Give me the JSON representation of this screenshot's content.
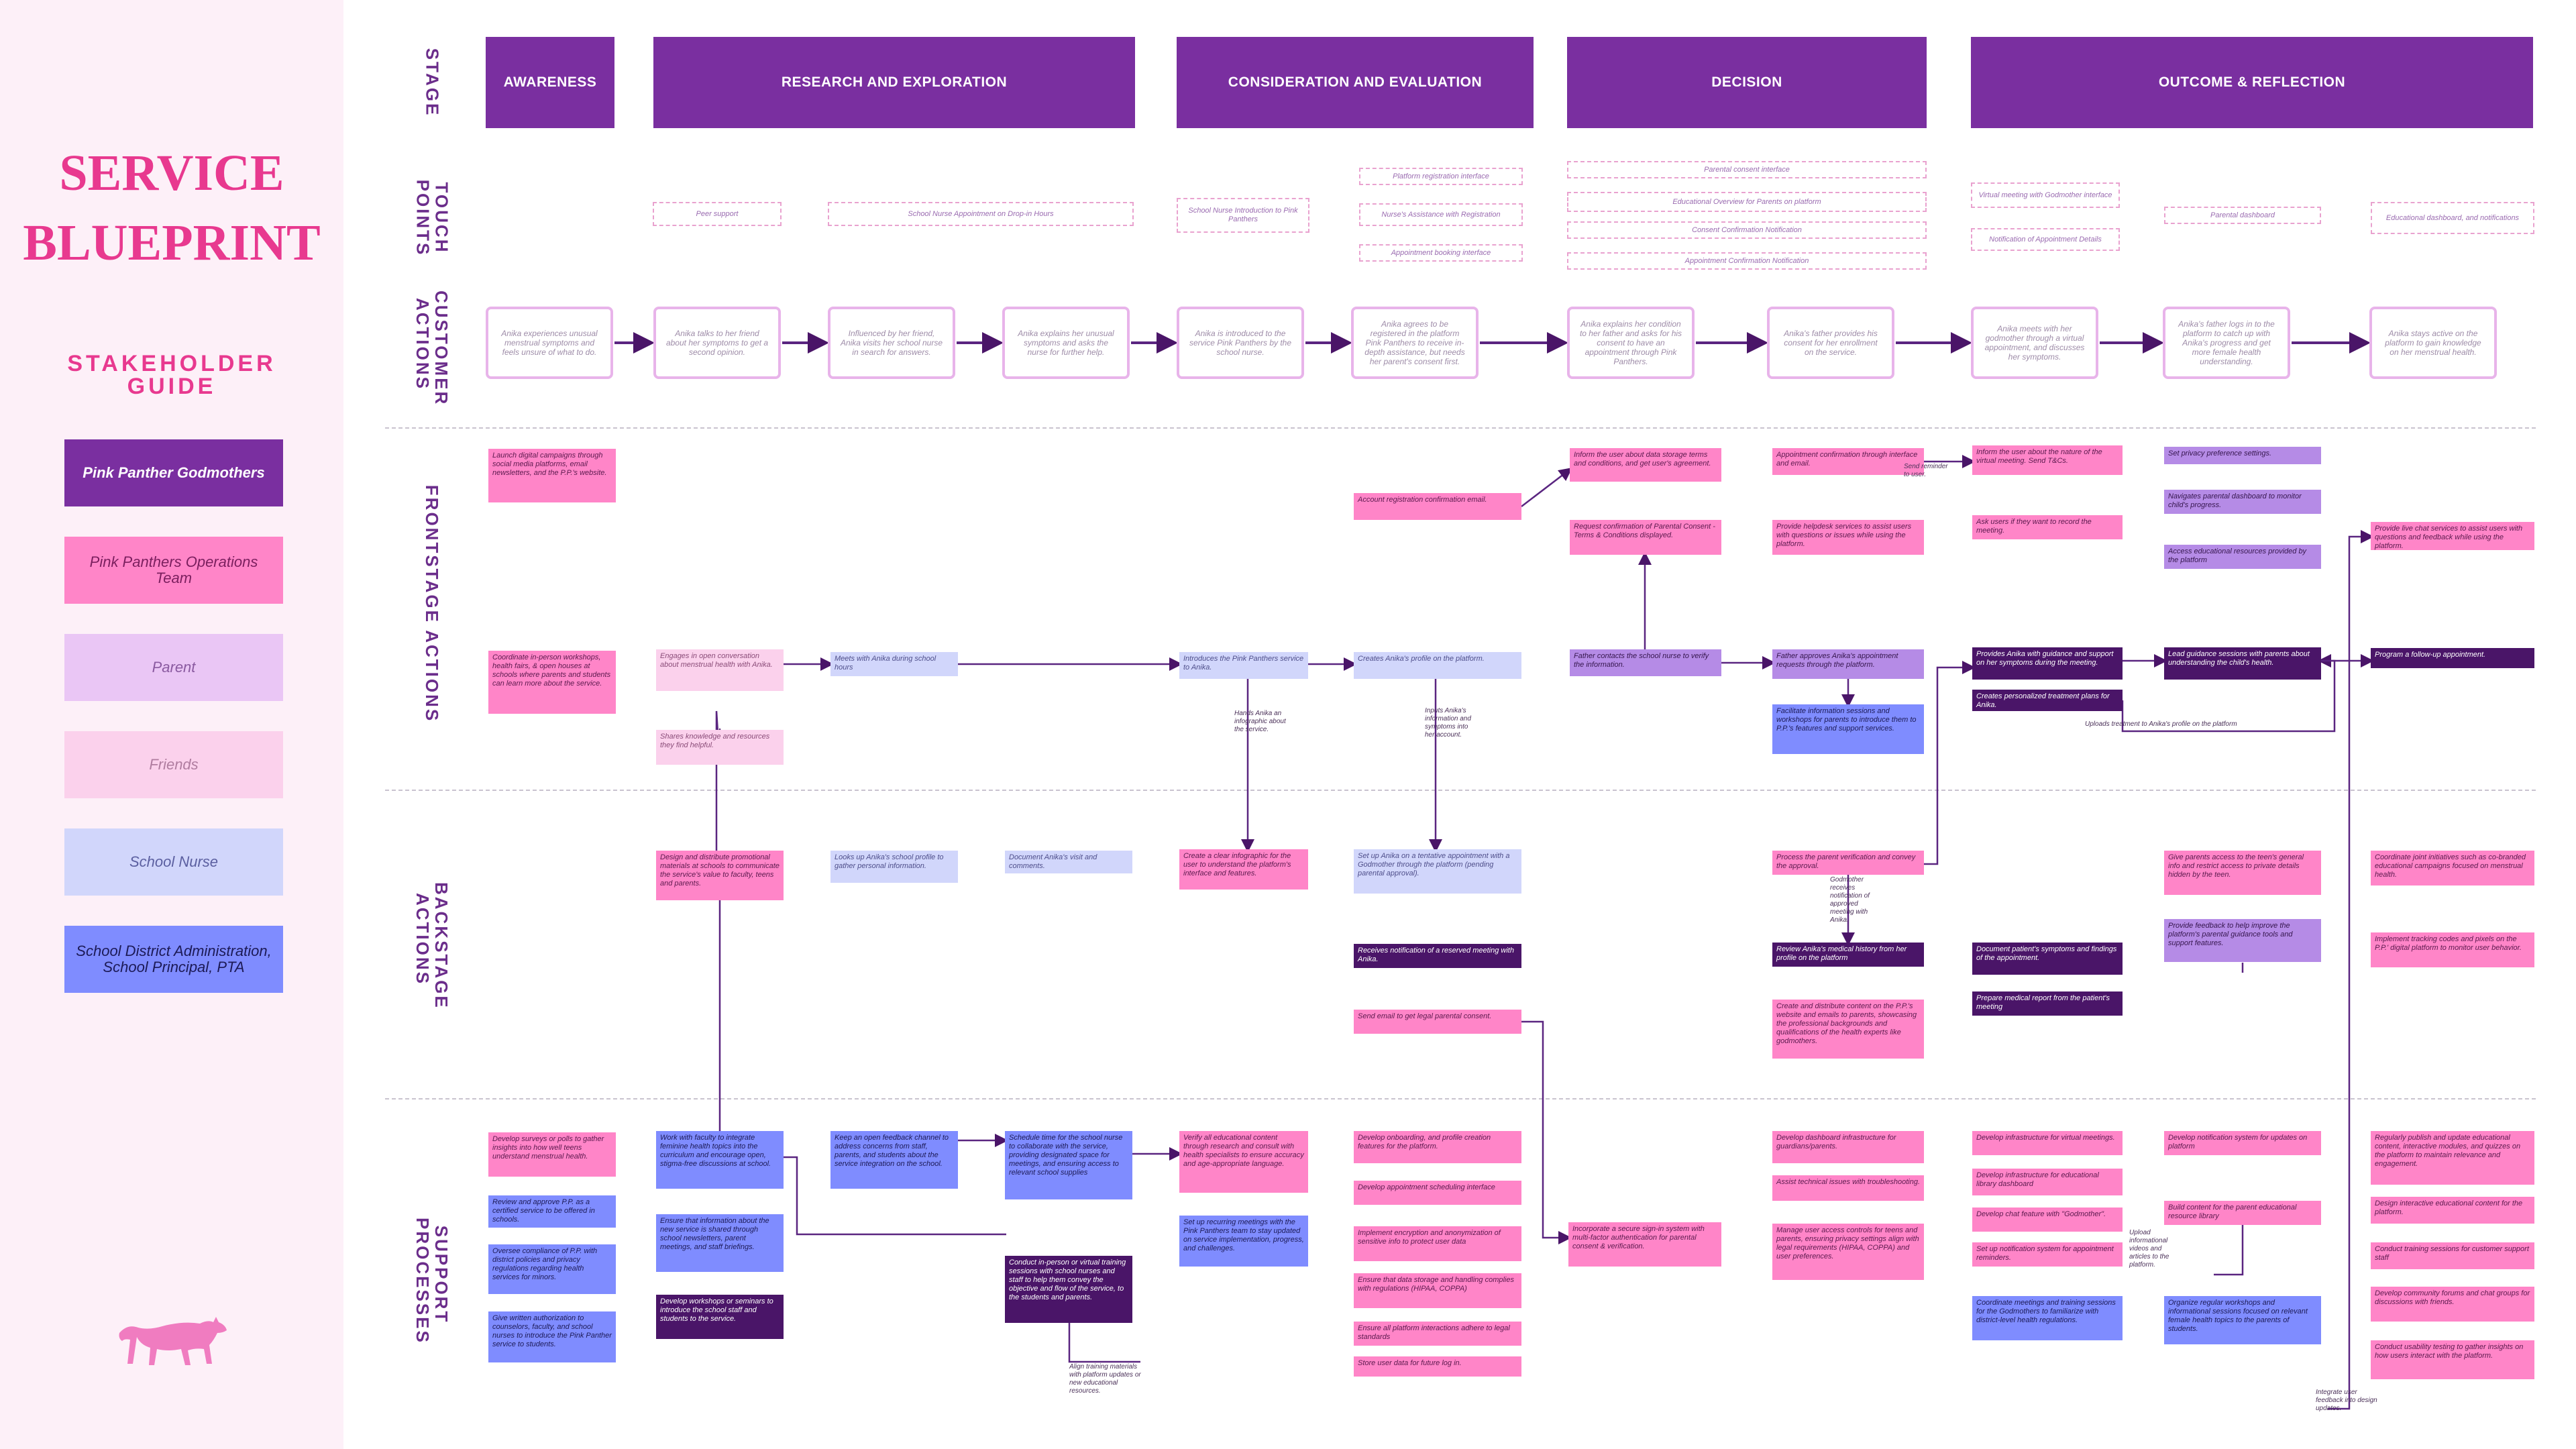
{
  "sidebar": {
    "title_line1": "SERVICE",
    "title_line2": "BLUEPRINT",
    "subtitle_line1": "STAKEHOLDER",
    "subtitle_line2": "GUIDE",
    "legend": [
      {
        "label": "Pink Panther Godmothers",
        "color": "#7a2fa0"
      },
      {
        "label": "Pink Panthers Operations Team",
        "color": "#ff85c8"
      },
      {
        "label": "Parent",
        "color": "#eac6f5"
      },
      {
        "label": "Friends",
        "color": "#fbd1ec"
      },
      {
        "label": "School Nurse",
        "color": "#d1d6fb"
      },
      {
        "label": "School District Administration, School Principal, PTA",
        "color": "#7f8cff"
      }
    ],
    "logo_icon": "panther-icon"
  },
  "rows": {
    "stage": "STAGE",
    "touch_points": "TOUCH POINTS",
    "customer_actions": "CUSTOMER ACTIONS",
    "frontstage": "FRONTSTAGE ACTIONS",
    "backstage": "BACKSTAGE ACTIONS",
    "support": "SUPPORT PROCESSES"
  },
  "stages": [
    "AWARENESS",
    "RESEARCH AND EXPLORATION",
    "CONSIDERATION AND EVALUATION",
    "DECISION",
    "OUTCOME & REFLECTION"
  ],
  "touchpoints": [
    "Peer support",
    "School Nurse Appointment on Drop-in Hours",
    "School Nurse Introduction to Pink Panthers",
    "Platform registration interface",
    "Nurse's Assistance with Registration",
    "Appointment booking interface",
    "Parental consent interface",
    "Educational Overview for Parents on platform",
    "Consent Confirmation Notification",
    "Appointment Confirmation Notification",
    "Virtual meeting with Godmother interface",
    "Notification of Appointment Details",
    "Parental dashboard",
    "Educational dashboard, and notifications"
  ],
  "customer_actions": [
    "Anika experiences unusual menstrual symptoms and feels unsure of what to do.",
    "Anika talks to her friend about her symptoms to get a second opinion.",
    "Influenced by her friend, Anika visits her school nurse in search for answers.",
    "Anika explains her unusual symptoms and asks the nurse for further help.",
    "Anika is introduced to the service Pink Panthers by the school nurse.",
    "Anika agrees to be registered in the platform Pink Panthers to receive in-depth assistance, but needs her parent's consent first.",
    "Anika explains her condition to her father and asks for his consent to have an appointment through Pink Panthers.",
    "Anika's father provides his consent for her enrollment on the service.",
    "Anika meets with her godmother through a virtual appointment, and discusses her symptoms.",
    "Anika's father logs in to the platform to catch up with Anika's progress and get more female health understanding.",
    "Anika stays active on the platform to gain knowledge on her menstrual health."
  ],
  "frontstage": [
    "Launch digital campaigns through social media platforms, email newsletters, and the P.P.'s website.",
    "Coordinate in-person workshops, health fairs, & open houses at schools where parents and students can learn more about the service.",
    "Engages in open conversation about menstrual health with Anika.",
    "Shares knowledge and resources they find helpful.",
    "Meets with Anika during school hours",
    "Introduces the Pink Panthers service to Anika.",
    "Account registration confirmation email.",
    "Creates Anika's profile on the platform.",
    "Inform the user about data storage terms and conditions, and get user's agreement.",
    "Request confirmation of Parental Consent - Terms & Conditions displayed.",
    "Father contacts the school nurse to verify the information.",
    "Appointment confirmation through interface and email.",
    "Provide helpdesk services to assist users with questions or issues while using the platform.",
    "Father approves Anika's appointment requests through the platform.",
    "Facilitate information sessions and workshops for parents to introduce them to P.P.'s features and support services.",
    "Inform the user about the nature of the virtual meeting. Send T&Cs.",
    "Ask users if they want to record the meeting.",
    "Provides Anika with guidance and support on her symptoms during the meeting.",
    "Creates personalized treatment plans for Anika.",
    "Set privacy preference settings.",
    "Navigates parental dashboard to monitor child's progress.",
    "Access educational resources provided by the platform",
    "Lead guidance sessions with parents about understanding the child's health.",
    "Provide live chat services to assist users with questions and feedback while using the platform.",
    "Program a follow-up appointment."
  ],
  "backstage": [
    "Design and distribute promotional materials at schools to communicate the service's value to faculty, teens and parents.",
    "Looks up Anika's school profile to gather personal information.",
    "Document Anika's visit and comments.",
    "Create a clear infographic for the user to understand the platform's interface and features.",
    "Set up Anika on a tentative appointment with a Godmother through the platform (pending parental approval).",
    "Receives notification of a reserved meeting with Anika.",
    "Send email to get legal parental consent.",
    "Process the parent verification and convey the approval.",
    "Review Anika's medical history from her profile on the platform",
    "Create and distribute content on the P.P.'s website and emails to parents, showcasing the professional backgrounds and qualifications of the health experts like godmothers.",
    "Document patient's symptoms and findings of the appointment.",
    "Prepare medical report from the patient's meeting",
    "Give parents access to the teen's general info and restrict access to private details hidden by the teen.",
    "Provide feedback to help improve the platform's parental guidance tools and support features.",
    "Coordinate joint initiatives such as co-branded educational campaigns focused on menstrual health.",
    "Implement tracking codes and pixels on the P.P.' digital platform to monitor user behavior."
  ],
  "support": [
    "Develop surveys or polls to gather insights into how well teens understand menstrual health.",
    "Review and approve P.P. as a certified service to be offered in schools.",
    "Oversee compliance of P.P. with district policies and privacy regulations regarding health services for minors.",
    "Give written authorization to counselors, faculty, and school nurses to introduce the Pink Panther service to students.",
    "Work with faculty to integrate feminine health topics into the curriculum and encourage open, stigma-free discussions at school.",
    "Ensure that information about the new service is shared through school newsletters, parent meetings, and staff briefings.",
    "Develop workshops or seminars to introduce the school staff and students to the service.",
    "Keep an open feedback channel to address concerns from staff, parents, and students about the service integration on the school.",
    "Schedule time for the school nurse to collaborate with the service, providing designated space for meetings, and ensuring access to relevant school supplies",
    "Conduct in-person or virtual training sessions with school nurses and staff to help them convey the objective and flow of the service, to the students and parents.",
    "Verify all educational content through research and consult with health specialists to ensure accuracy and age-appropriate language.",
    "Set up recurring meetings with the Pink Panthers team to stay updated on service implementation, progress, and challenges.",
    "Develop onboarding, and profile creation features for the platform.",
    "Develop appointment scheduling interface",
    "Implement encryption and anonymization of sensitive info to protect user data",
    "Ensure that data storage and handling complies with regulations (HIPAA, COPPA)",
    "Ensure all platform interactions adhere to legal standards",
    "Store user data for future log in.",
    "Incorporate a secure sign-in system with multi-factor authentication for parental consent & verification.",
    "Develop dashboard infrastructure for guardians/parents.",
    "Assist technical issues with troubleshooting.",
    "Manage user access controls for teens and parents, ensuring privacy settings align with legal requirements (HIPAA, COPPA) and user preferences.",
    "Develop infrastructure for virtual meetings.",
    "Develop infrastructure for educational library dashboard",
    "Develop chat feature with \"Godmother\".",
    "Set up notification system for appointment reminders.",
    "Coordinate meetings and training sessions for the Godmothers to familiarize with district-level health regulations.",
    "Develop notification system for updates on platform",
    "Build content for the parent educational resource library",
    "Organize regular workshops and informational sessions focused on relevant female health topics to the parents of students.",
    "Regularly publish and update educational content, interactive modules, and quizzes on the platform to maintain relevance and engagement.",
    "Design interactive educational content for the platform.",
    "Conduct training sessions for customer support staff",
    "Develop community forums and chat groups for discussions with friends.",
    "Conduct usability testing to gather insights on how users interact with the platform."
  ],
  "annotations": [
    "Send reminder to user.",
    "Hands Anika an infographic about the service.",
    "Inputs Anika's information and symptoms into her account.",
    "Godmother receives notification of approved meeting with Anika.",
    "Uploads treatment to Anika's profile on the platform",
    "Upload informational videos and articles to the platform.",
    "Align training materials with platform updates or new educational resources.",
    "Integrate user feedback into design updates."
  ]
}
